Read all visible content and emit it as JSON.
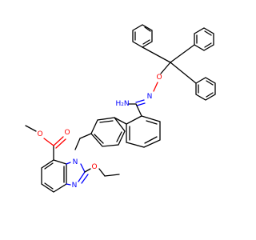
{
  "colors": {
    "carbon_bond": "#000000",
    "nitrogen": "#0000ff",
    "oxygen": "#ff0000",
    "background": "#ffffff"
  },
  "atom_labels": {
    "amine": "H₂N",
    "oxime_n": "N",
    "oxime_o": "O",
    "ester_o_carbonyl": "O",
    "ester_o_methoxy": "O",
    "benzimidazole_n1": "N",
    "benzimidazole_n3": "N",
    "ethoxy_o": "O"
  }
}
